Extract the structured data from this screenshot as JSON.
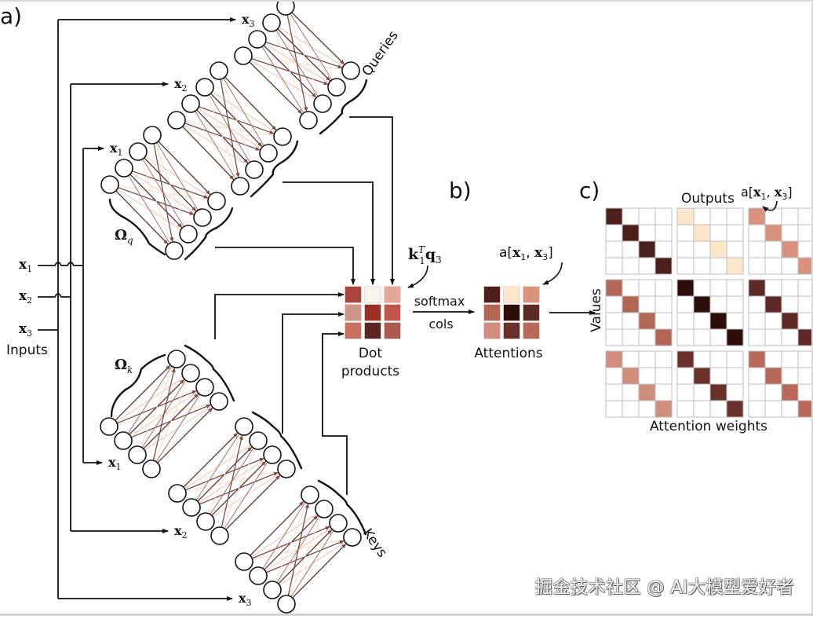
{
  "panels": {
    "a": "a)",
    "b": "b)",
    "c": "c)"
  },
  "inputs": {
    "title": "Inputs",
    "items": [
      {
        "base": "x",
        "sub": "1"
      },
      {
        "base": "x",
        "sub": "2"
      },
      {
        "base": "x",
        "sub": "3"
      }
    ]
  },
  "queries": {
    "label": "Queries",
    "weight_label": {
      "base": "Ω",
      "sub": "q"
    },
    "inputs": [
      {
        "base": "x",
        "sub": "1"
      },
      {
        "base": "x",
        "sub": "2"
      },
      {
        "base": "x",
        "sub": "3"
      }
    ]
  },
  "keys": {
    "label": "Keys",
    "weight_label": {
      "base": "Ω",
      "sub": "k"
    },
    "inputs": [
      {
        "base": "x",
        "sub": "1"
      },
      {
        "base": "x",
        "sub": "2"
      },
      {
        "base": "x",
        "sub": "3"
      }
    ]
  },
  "network": {
    "input_nodes": 4,
    "output_nodes": 4
  },
  "dot_products": {
    "label_line1": "Dot",
    "label_line2": "products",
    "annotation": {
      "k": "k",
      "k_sub": "1",
      "k_sup": "T",
      "q": "q",
      "q_sub": "3"
    },
    "colors": [
      [
        "#a8463d",
        "#fbf4ec",
        "#e3a898"
      ],
      [
        "#cf978a",
        "#9a2f25",
        "#c1554a"
      ],
      [
        "#c8735f",
        "#5b2420",
        "#a9594e"
      ]
    ]
  },
  "softmax": {
    "line1": "softmax",
    "line2": "cols"
  },
  "attentions": {
    "label": "Attentions",
    "annotation": "a[x1, x3]",
    "annotation_parts": {
      "prefix": "a[",
      "a": "x",
      "a_sub": "1",
      "sep": ", ",
      "b": "x",
      "b_sub": "3",
      "suffix": "]"
    },
    "colors": [
      [
        "#4c1f1b",
        "#fde6cc",
        "#d9927e"
      ],
      [
        "#b16656",
        "#2e0e0b",
        "#5f2a26"
      ],
      [
        "#d08d7c",
        "#6a302a",
        "#b8695a"
      ]
    ]
  },
  "outputs_grid": {
    "top_label": "Outputs",
    "side_label": "Values",
    "bottom_label": "Attention weights",
    "annotation_parts": {
      "prefix": "a[",
      "a": "x",
      "a_sub": "1",
      "sep": ", ",
      "b": "x",
      "b_sub": "3",
      "suffix": "]"
    },
    "size": 4,
    "diag_colors": [
      [
        "#4c1f1b",
        "#fde6cc",
        "#d9927e"
      ],
      [
        "#b16656",
        "#2e0e0b",
        "#5f2a26"
      ],
      [
        "#d08d7c",
        "#6a302a",
        "#b8695a"
      ]
    ]
  },
  "watermark": "掘金技术社区 @ AI大模型爱好者"
}
